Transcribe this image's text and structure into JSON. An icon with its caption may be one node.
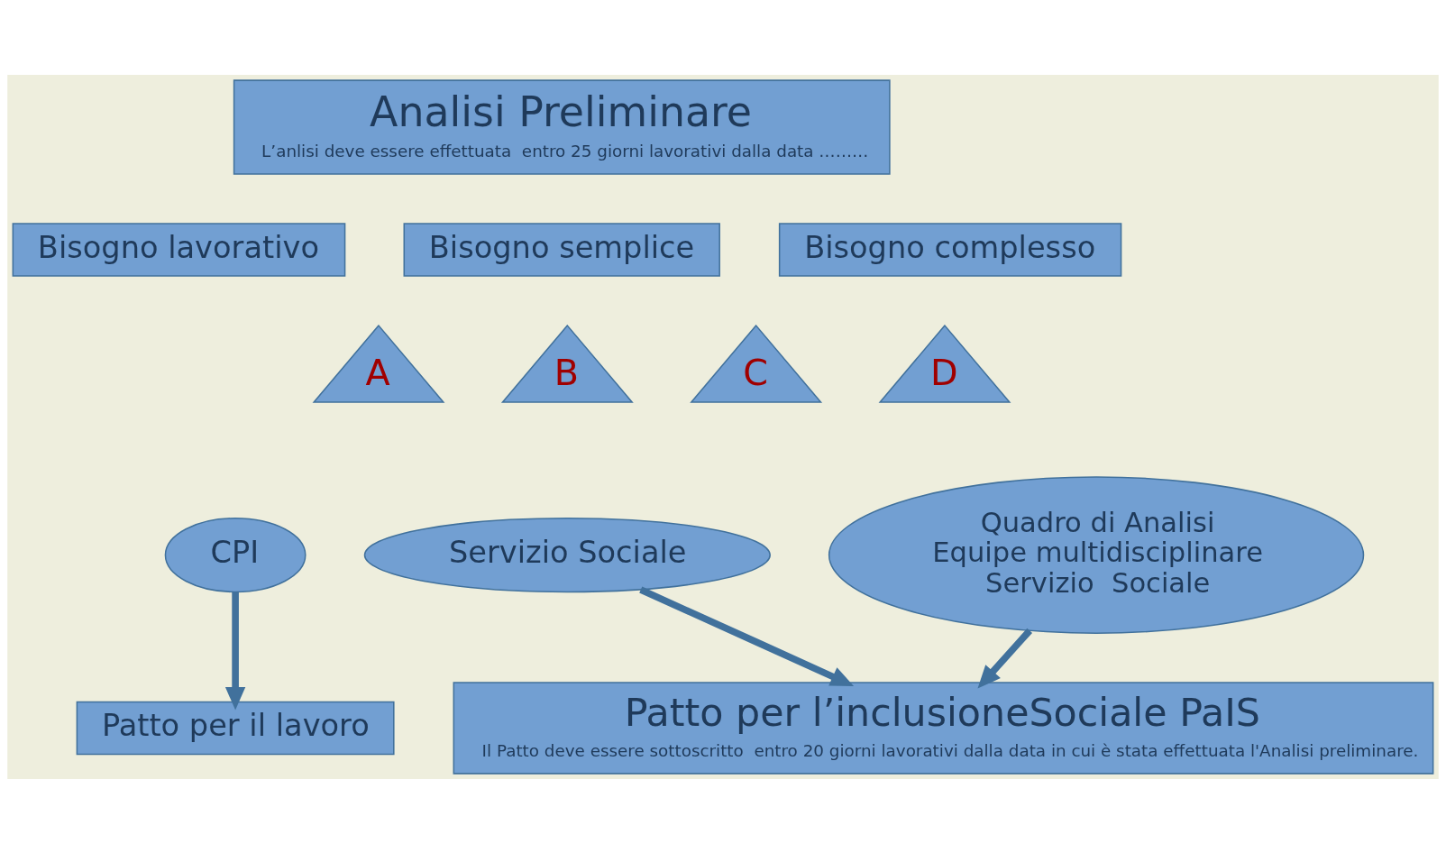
{
  "diagram": {
    "nodes": [
      {
        "text": [
          "Analisi Preliminare",
          "L’anlisi deve essere effettuata  entro 25 giorni lavorativi dalla data ………"
        ]
      },
      {
        "text": [
          "Bisogno lavorativo"
        ]
      },
      {
        "text": [
          "Bisogno semplice"
        ]
      },
      {
        "text": [
          "Bisogno complesso"
        ]
      },
      {
        "text": [
          "A"
        ]
      },
      {
        "text": [
          "B"
        ]
      },
      {
        "text": [
          "C"
        ]
      },
      {
        "text": [
          "D"
        ]
      },
      {
        "text": [
          "CPI"
        ]
      },
      {
        "text": [
          "Servizio Sociale"
        ]
      },
      {
        "text": [
          "Quadro di Analisi",
          "Equipe multidisciplinare",
          "Servizio  Sociale"
        ]
      },
      {
        "text": [
          "Patto per il lavoro"
        ]
      },
      {
        "text": [
          "Patto per l’inclusioneSociale PaIS",
          "Il Patto deve essere sottoscritto  entro 20 giorni lavorativi dalla data in cui è stata effettuata l'Analisi preliminare."
        ]
      }
    ],
    "edges": [
      {
        "from": 8,
        "to": 11,
        "arrow": "to"
      },
      {
        "from": 9,
        "to": 12,
        "arrow": "to"
      },
      {
        "from": 10,
        "to": 12,
        "arrow": "to"
      }
    ]
  }
}
